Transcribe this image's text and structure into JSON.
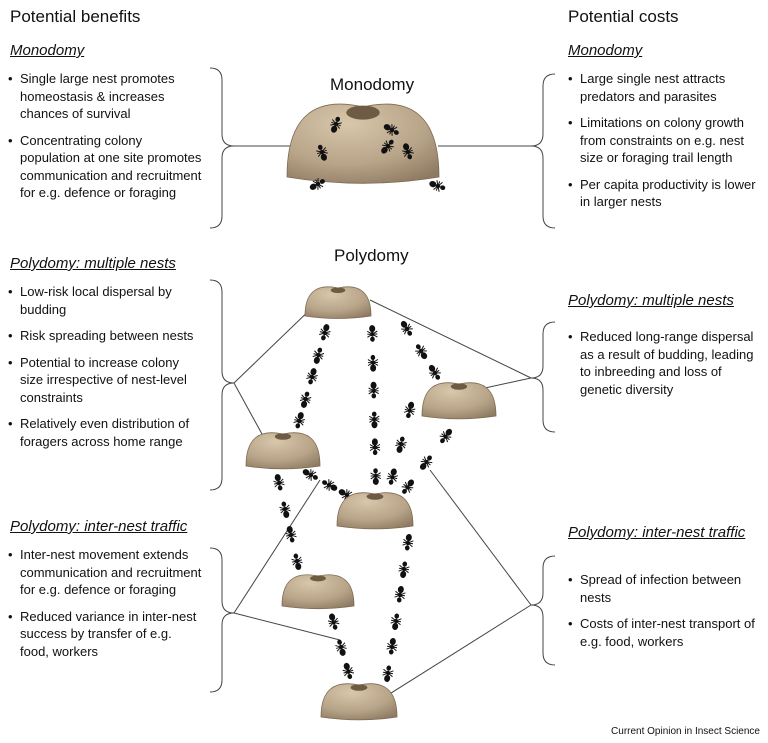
{
  "header": {
    "benefits": "Potential benefits",
    "costs": "Potential costs"
  },
  "center": {
    "monodomy_title": "Monodomy",
    "polydomy_title": "Polydomy"
  },
  "benefits": {
    "monodomy": {
      "title": "Monodomy",
      "items": [
        "Single large nest promotes homeostasis & increases chances of survival",
        "Concentrating colony population at one site promotes communication and recruitment for e.g. defence or foraging"
      ]
    },
    "polydomy_multiple": {
      "title": "Polydomy: multiple nests",
      "items": [
        "Low-risk local dispersal by budding",
        "Risk spreading between nests",
        "Potential to increase colony size irrespective of nest-level constraints",
        "Relatively even distribution of foragers across home range"
      ]
    },
    "polydomy_traffic": {
      "title": "Polydomy: inter-nest traffic",
      "items": [
        "Inter-nest movement extends communication and recruitment for e.g. defence or foraging",
        "Reduced variance in inter-nest success by transfer of e.g. food, workers"
      ]
    }
  },
  "costs": {
    "monodomy": {
      "title": "Monodomy",
      "items": [
        "Large single nest attracts predators and parasites",
        "Limitations on colony growth from constraints on e.g. nest size or foraging trail length",
        "Per capita productivity is lower in larger nests"
      ]
    },
    "polydomy_multiple": {
      "title": "Polydomy: multiple nests",
      "items": [
        "Reduced long-range dispersal as a result of budding, leading to inbreeding and loss of genetic diversity"
      ]
    },
    "polydomy_traffic": {
      "title": "Polydomy: inter-nest traffic",
      "items": [
        "Spread of infection between nests",
        "Costs of inter-nest transport of e.g. food, workers"
      ]
    }
  },
  "credit": "Current Opinion in Insect Science",
  "colors": {
    "nest": "#b8a488",
    "nest_dark": "#6f5a44",
    "line": "#444444",
    "ant": "#111111"
  }
}
